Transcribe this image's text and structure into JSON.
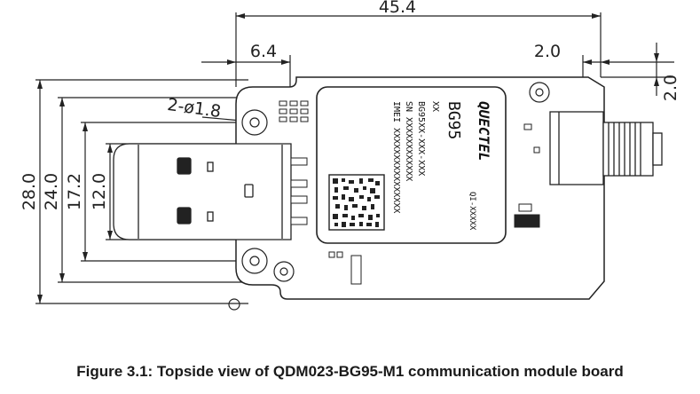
{
  "dimensions": {
    "overall_width": "45.4",
    "usb_offset": "6.4",
    "hole_callout": "2-ø1.8",
    "right_offset_h": "2.0",
    "right_offset_v": "2.0",
    "height_total": "28.0",
    "height_24": "24.0",
    "height_17": "17.2",
    "height_12": "12.0"
  },
  "module": {
    "brand": "QUECTEL",
    "model": "BG95",
    "line_xx": "XX",
    "line_pn": "BG95XX-XXX-XXX",
    "line_sn": "SN XXXXXXXXXXXX",
    "line_imei": "IMEI XXXXXXXXXXXXXXXX",
    "side_code": "QI-XXXXX"
  },
  "caption": "Figure 3.1: Topside view of QDM023-BG95-M1 communication module board"
}
